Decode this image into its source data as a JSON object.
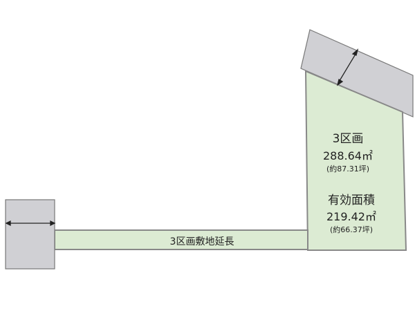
{
  "plot": {
    "name": "3区画",
    "area": "288.64㎡",
    "area_tsubo": "(約87.31坪)",
    "effective_label": "有効面積",
    "effective_area": "219.42㎡",
    "effective_tsubo": "(約66.37坪)"
  },
  "access_strip": {
    "label": "3区画敷地延長"
  },
  "colors": {
    "plot": "#dcebd3",
    "road": "#d0d0d4",
    "border": "#888888"
  }
}
